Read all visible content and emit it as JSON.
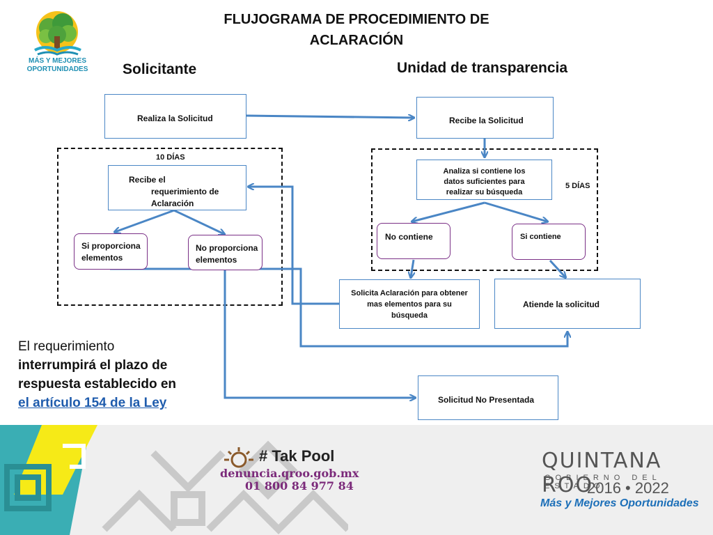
{
  "header": {
    "title_line1": "FLUJOGRAMA DE PROCEDIMIENTO DE",
    "title_line2": "ACLARACIÓN",
    "logo_text_line1": "MÁS Y MEJORES",
    "logo_text_line2": "OPORTUNIDADES"
  },
  "columns": {
    "left": "Solicitante",
    "right": "Unidad de transparencia"
  },
  "nodes": {
    "realiza": "Realiza la Solicitud",
    "recibe_solicitud": "Recibe la Solicitud",
    "dias10": "10 DÍAS",
    "recibe_req_l1": "Recibe el",
    "recibe_req_l2": "requerimiento de",
    "recibe_req_l3": "Aclaración",
    "si_prop_l1": "Si proporciona",
    "si_prop_l2": "elementos",
    "no_prop_l1": "No proporciona",
    "no_prop_l2": "elementos",
    "analiza_l1": "Analiza si contiene los",
    "analiza_l2": "datos suficientes para",
    "analiza_l3": "realizar su búsqueda",
    "dias5": "5 DÍAS",
    "no_contiene": "No contiene",
    "si_contiene": "Si contiene",
    "solicita_l1": "Solicita Aclaración para obtener",
    "solicita_l2": "mas elementos para su",
    "solicita_l3": "búsqueda",
    "atiende": "Atiende la solicitud",
    "no_presentada": "Solicitud No Presentada"
  },
  "note": {
    "line1": "El requerimiento",
    "line2": "interrumpirá el plazo de",
    "line3": "respuesta establecido en",
    "link": "el artículo 154 de la Ley"
  },
  "footer": {
    "hashtag": "# Tak Pool",
    "url": "denuncia.qroo.gob.mx",
    "phone": "01 800 84 977 84",
    "state": "QUINTANA ROO",
    "gov": "GOBIERNO DEL ESTADO",
    "years": "2016 • 2022",
    "motto": "Más y Mejores Oportunidades"
  },
  "colors": {
    "connector": "#4a86c5",
    "box_border": "#4a86c5",
    "rounded_border": "#7a2f86",
    "link": "#1f5cad"
  }
}
